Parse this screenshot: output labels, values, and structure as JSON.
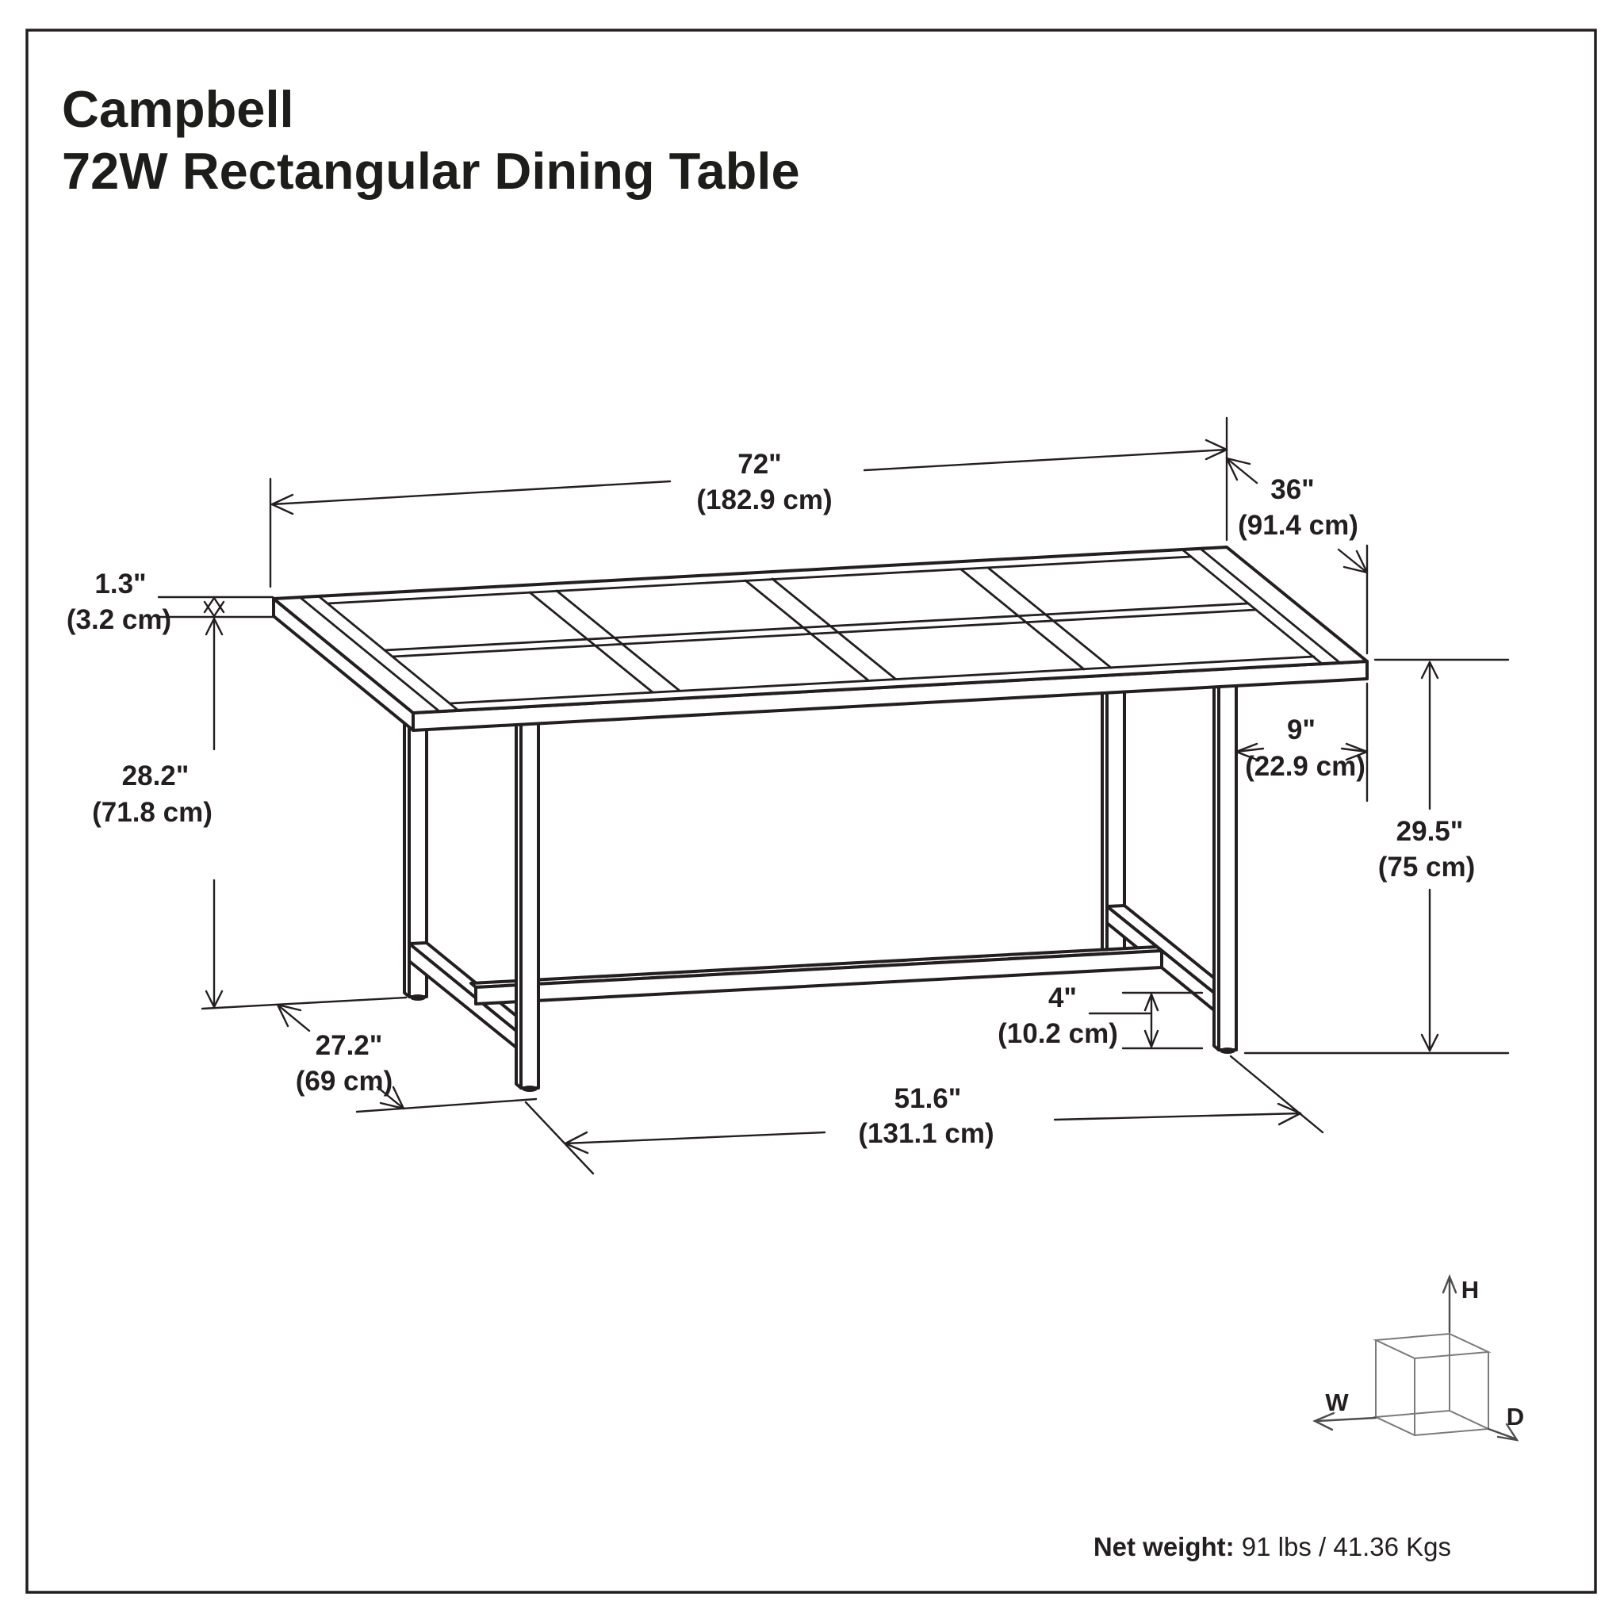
{
  "title": {
    "line1": "Campbell",
    "line2": "72W Rectangular Dining Table"
  },
  "dimensions": {
    "width": {
      "in": "72\"",
      "cm": "(182.9 cm)"
    },
    "depth": {
      "in": "36\"",
      "cm": "(91.4 cm)"
    },
    "top_thickness": {
      "in": "1.3\"",
      "cm": "(3.2 cm)"
    },
    "underside_clearance": {
      "in": "28.2\"",
      "cm": "(71.8 cm)"
    },
    "base_depth": {
      "in": "27.2\"",
      "cm": "(69 cm)"
    },
    "top_overhang": {
      "in": "9\"",
      "cm": "(22.9 cm)"
    },
    "overall_height": {
      "in": "29.5\"",
      "cm": "(75 cm)"
    },
    "stretcher_clearance": {
      "in": "4\"",
      "cm": "(10.2 cm)"
    },
    "leg_spacing": {
      "in": "51.6\"",
      "cm": "(131.1 cm)"
    }
  },
  "orientation_cube": {
    "height_label": "H",
    "width_label": "W",
    "depth_label": "D"
  },
  "footer": {
    "net_weight_label": "Net weight:",
    "net_weight_value": " 91 lbs / 41.36 Kgs"
  },
  "colors": {
    "ink": "#231f20",
    "cube_line": "#7a7a7a",
    "background": "#ffffff"
  }
}
